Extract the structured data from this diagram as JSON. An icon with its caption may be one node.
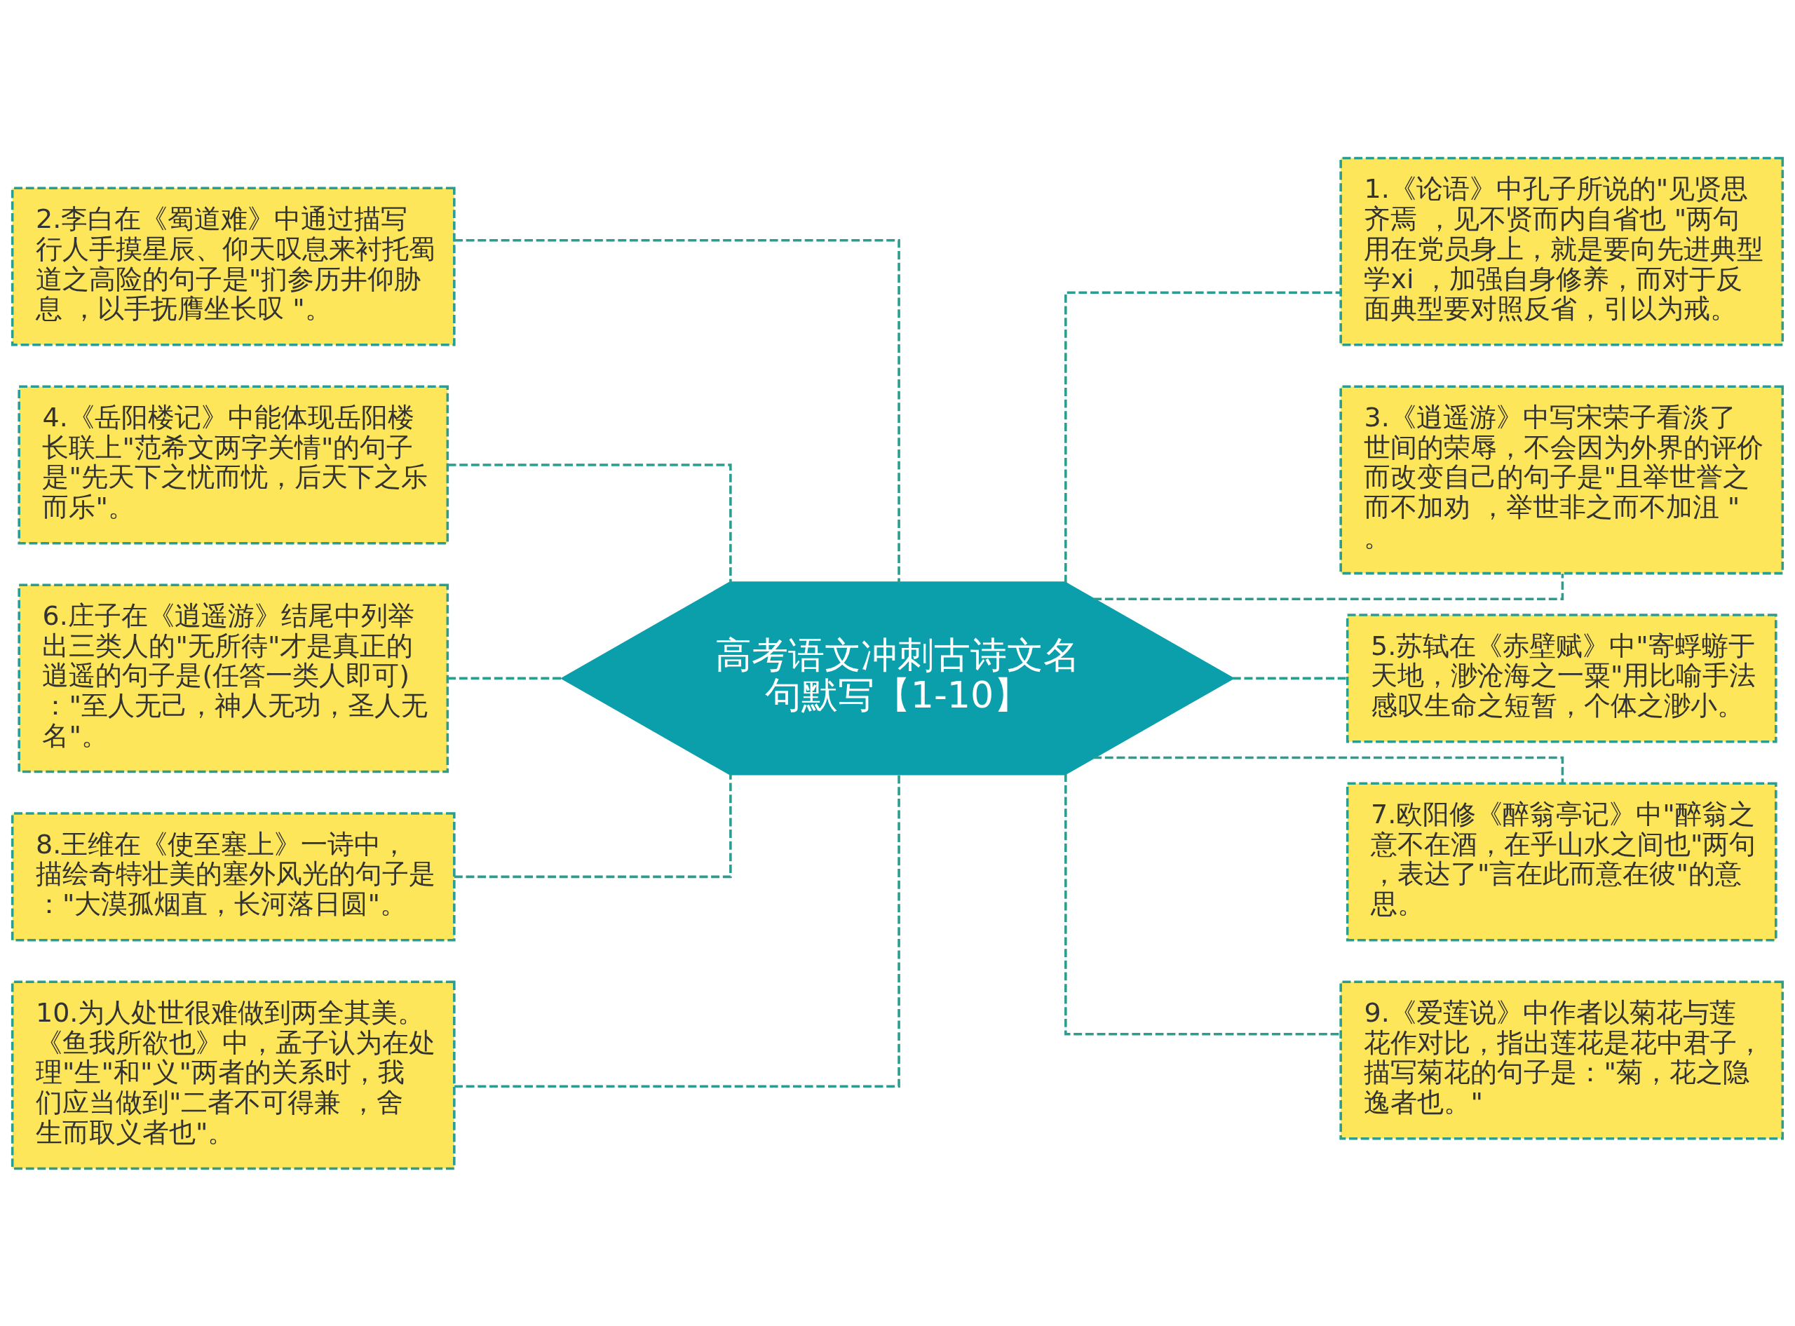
{
  "diagram": {
    "nodes": [
      {
        "text": [
          "高考语文冲刺古诗文名句默写【1-10】"
        ]
      },
      {
        "text": [
          "1.《论语》中孔子所说的\"见贤思齐焉 ，见不贤而内自省也 \"两句用在党员身上，就是要向先进典型学xi ，加强自身修养，而对于反面典型要对照反省，引以为戒。"
        ]
      },
      {
        "text": [
          "2.李白在《蜀道难》中通过描写行人手摸星辰、仰天叹息来衬托蜀道之高险的句子是\"扪参历井仰胁息 ，以手抚膺坐长叹 \"。"
        ]
      },
      {
        "text": [
          "3.《逍遥游》中写宋荣子看淡了世间的荣辱，不会因为外界的评价而改变自己的句子是\"且举世誉之而不加劝 ，举世非之而不加沮 \"。"
        ]
      },
      {
        "text": [
          "4.《岳阳楼记》中能体现岳阳楼长联上\"范希文两字关情\"的句子是\"先天下之忧而忧，后天下之乐而乐\"。"
        ]
      },
      {
        "text": [
          "5.苏轼在《赤壁赋》中\"寄蜉蝣于天地，渺沧海之一粟\"用比喻手法感叹生命之短暂，个体之渺小。"
        ]
      },
      {
        "text": [
          "6.庄子在《逍遥游》结尾中列举出三类人的\"无所待\"才是真正的逍遥的句子是(任答一类人即可)：\"至人无己，神人无功，圣人无名\"。"
        ]
      },
      {
        "text": [
          "7.欧阳修《醉翁亭记》中\"醉翁之意不在酒，在乎山水之间也\"两句，表达了\"言在此而意在彼\"的意思。"
        ]
      },
      {
        "text": [
          "8.王维在《使至塞上》一诗中，描绘奇特壮美的塞外风光的句子是：\"大漠孤烟直，长河落日圆\"。"
        ]
      },
      {
        "text": [
          "9.《爱莲说》中作者以菊花与莲花作对比，指出莲花是花中君子，描写菊花的句子是：\"菊，花之隐逸者也。\""
        ]
      },
      {
        "text": [
          "10.为人处世很难做到两全其美。《鱼我所欲也》中，孟子认为在处理\"生\"和\"义\"两者的关系时，我们应当做到\"二者不可得兼 ，舍生而取义者也\"。"
        ]
      }
    ],
    "edges": [
      {
        "from": 0,
        "to": 1,
        "arrow": "none",
        "style": "dashed"
      },
      {
        "from": 2,
        "to": 0,
        "arrow": "none",
        "style": "dashed"
      },
      {
        "from": 0,
        "to": 3,
        "arrow": "none",
        "style": "dashed"
      },
      {
        "from": 4,
        "to": 0,
        "arrow": "none",
        "style": "dashed"
      },
      {
        "from": 0,
        "to": 5,
        "arrow": "none",
        "style": "dashed"
      },
      {
        "from": 6,
        "to": 0,
        "arrow": "none",
        "style": "dashed"
      },
      {
        "from": 0,
        "to": 7,
        "arrow": "none",
        "style": "dashed"
      },
      {
        "from": 8,
        "to": 0,
        "arrow": "none",
        "style": "dashed"
      },
      {
        "from": 0,
        "to": 9,
        "arrow": "none",
        "style": "dashed"
      },
      {
        "from": 10,
        "to": 0,
        "arrow": "none",
        "style": "dashed"
      }
    ]
  }
}
